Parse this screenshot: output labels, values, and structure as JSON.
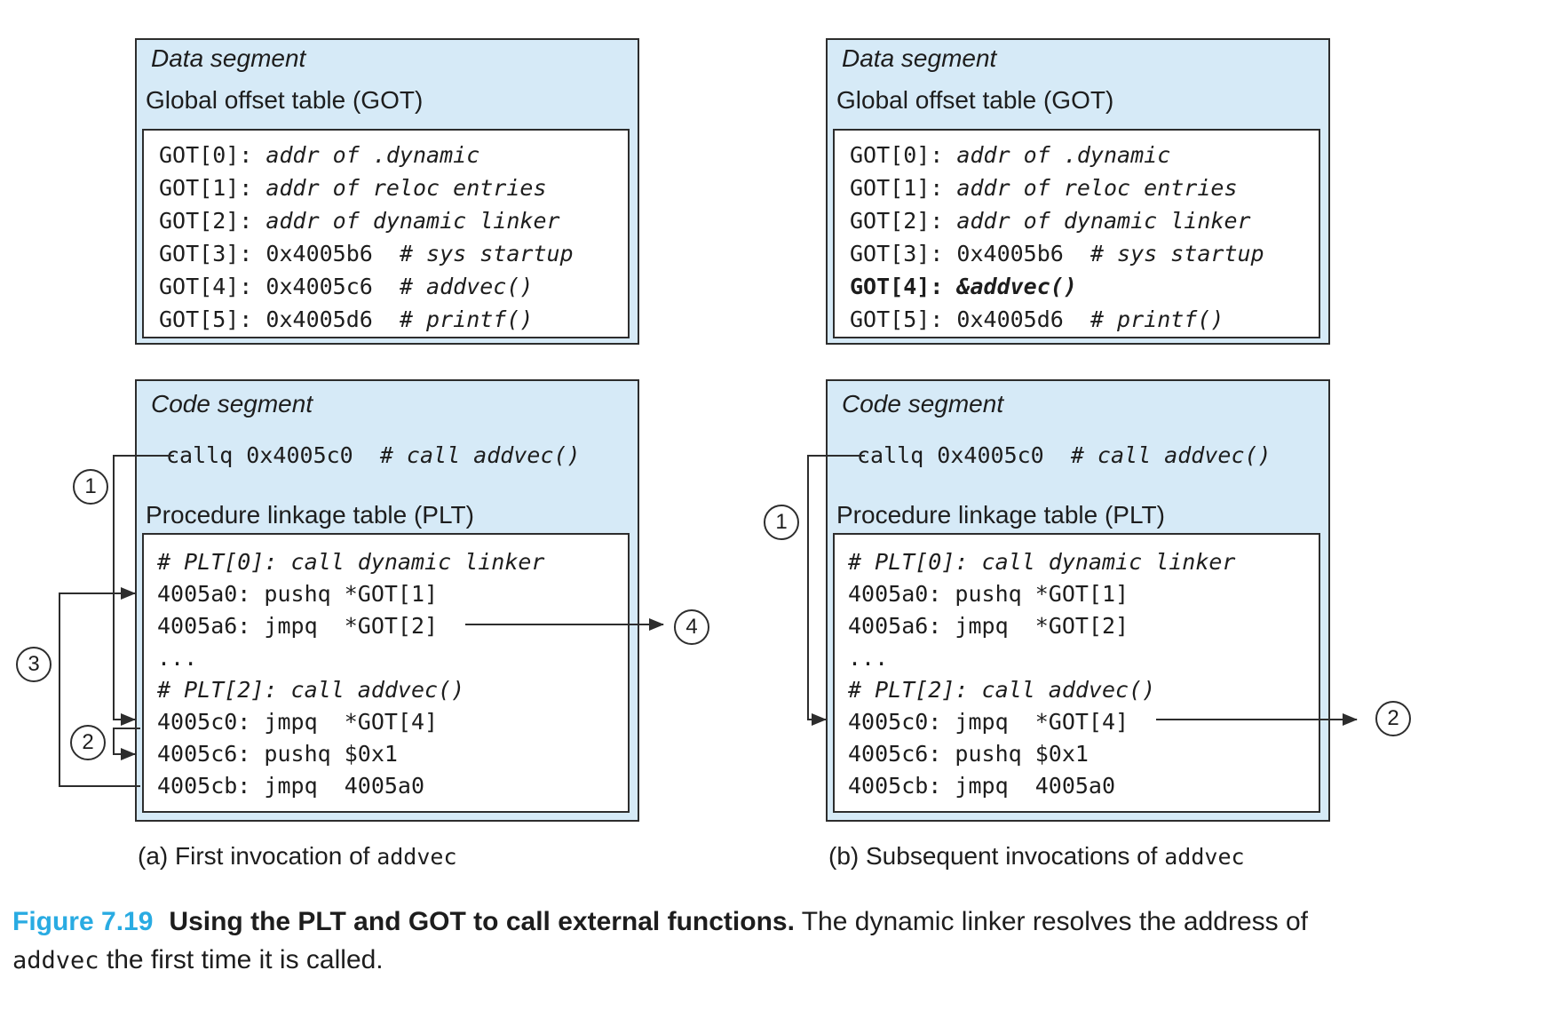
{
  "colors": {
    "panel_fill": "#d6eaf7",
    "line": "#2d2d2d",
    "figure_label_blue": "#29abe2"
  },
  "panel_a": {
    "data_segment": {
      "title": "Data segment",
      "subtitle": "Global offset table (GOT)",
      "rows": [
        {
          "plain": "GOT[0]: ",
          "italic": "addr of .dynamic"
        },
        {
          "plain": "GOT[1]: ",
          "italic": "addr of reloc entries"
        },
        {
          "plain": "GOT[2]: ",
          "italic": "addr of dynamic linker"
        },
        {
          "plain": "GOT[3]: 0x4005b6  ",
          "italic": "# sys startup"
        },
        {
          "plain": "GOT[4]: 0x4005c6  ",
          "italic": "# addvec()"
        },
        {
          "plain": "GOT[5]: 0x4005d6  ",
          "italic": "# printf()"
        }
      ]
    },
    "code_segment": {
      "title": "Code segment",
      "call_plain": "callq 0x4005c0  ",
      "call_italic": "# call addvec()",
      "subtitle": "Procedure linkage table (PLT)",
      "plt_rows": [
        "# PLT[0]: call dynamic linker",
        "4005a0: pushq *GOT[1]",
        "4005a6: jmpq  *GOT[2]",
        "...",
        "# PLT[2]: call addvec()",
        "4005c0: jmpq  *GOT[4]",
        "4005c6: pushq $0x1",
        "4005cb: jmpq  4005a0"
      ]
    },
    "steps": {
      "s1": "1",
      "s2": "2",
      "s3": "3",
      "s4": "4"
    },
    "label_prefix": "(a) First invocation of ",
    "label_mono": "addvec"
  },
  "panel_b": {
    "data_segment": {
      "title": "Data segment",
      "subtitle": "Global offset table (GOT)",
      "rows": [
        {
          "plain": "GOT[0]: ",
          "italic": "addr of .dynamic"
        },
        {
          "plain": "GOT[1]: ",
          "italic": "addr of reloc entries"
        },
        {
          "plain": "GOT[2]: ",
          "italic": "addr of dynamic linker"
        },
        {
          "plain": "GOT[3]: 0x4005b6  ",
          "italic": "# sys startup"
        },
        {
          "plain": "GOT[4]: ",
          "italic": "&addvec()"
        },
        {
          "plain": "GOT[5]: 0x4005d6  ",
          "italic": "# printf()"
        }
      ]
    },
    "code_segment": {
      "title": "Code segment",
      "call_plain": "callq 0x4005c0  ",
      "call_italic": "# call addvec()",
      "subtitle": "Procedure linkage table (PLT)",
      "plt_rows": [
        "# PLT[0]: call dynamic linker",
        "4005a0: pushq *GOT[1]",
        "4005a6: jmpq  *GOT[2]",
        "...",
        "# PLT[2]: call addvec()",
        "4005c0: jmpq  *GOT[4]",
        "4005c6: pushq $0x1",
        "4005cb: jmpq  4005a0"
      ]
    },
    "steps": {
      "s1": "1",
      "s2": "2"
    },
    "label_prefix": "(b) Subsequent invocations of ",
    "label_mono": "addvec"
  },
  "figure": {
    "label": "Figure 7.19",
    "title_bold": "Using the PLT and GOT to call external functions.",
    "line1_rest": " The dynamic linker resolves the address of",
    "line2_mono": "addvec",
    "line2_rest": " the first time it is called."
  }
}
